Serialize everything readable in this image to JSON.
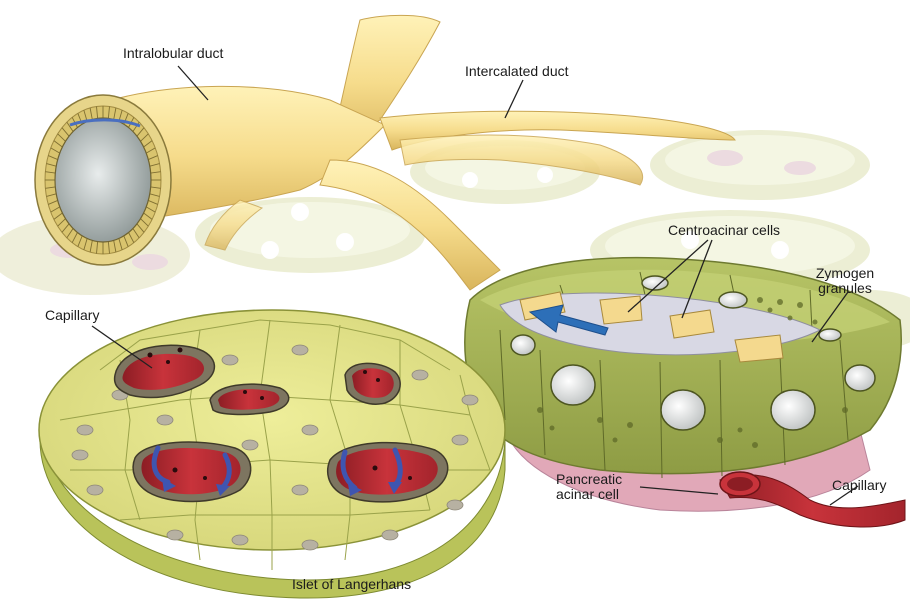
{
  "labels": {
    "intralobular_duct": "Intralobular duct",
    "intercalated_duct": "Intercalated duct",
    "centroacinar_cells": "Centroacinar cells",
    "zymogen_granules_line1": "Zymogen",
    "zymogen_granules_line2": "granules",
    "capillary_islet": "Capillary",
    "pancreatic_acinar_cell_line1": "Pancreatic",
    "pancreatic_acinar_cell_line2": "acinar cell",
    "capillary_acinus": "Capillary",
    "islet_of_langerhans": "Islet of Langerhans"
  },
  "colors": {
    "duct": "#f6dc8c",
    "islet_cell": "#e4e488",
    "acinar_cell": "#a8b458",
    "blood": "#b42830",
    "arrow": "#2d6fb8",
    "nucleus": "#f0f0f0"
  },
  "icons": {
    "secretion_flow": "blue-arrow-icon",
    "hormone_flow": "curved-blue-arrow-icon"
  }
}
